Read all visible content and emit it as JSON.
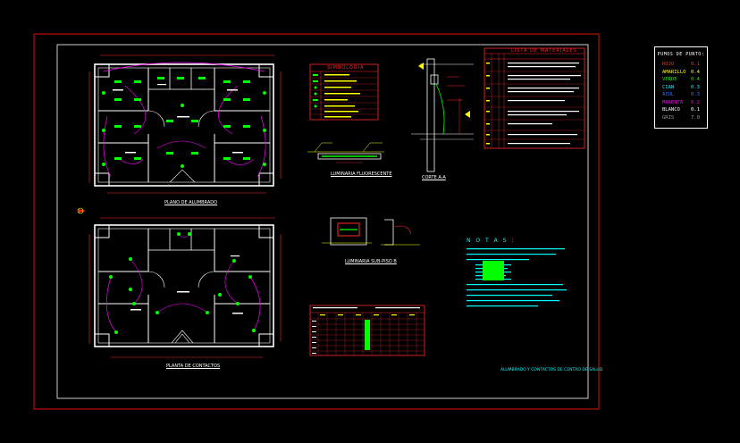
{
  "legend": {
    "title": "PUMOS DE PUNTO:",
    "rows": [
      {
        "name": "ROJO",
        "value": "0.1",
        "color": "#ff2a2a"
      },
      {
        "name": "AMARILLO",
        "value": "0.4",
        "color": "#ffff00"
      },
      {
        "name": "VERDE",
        "value": "0.4",
        "color": "#00ff00"
      },
      {
        "name": "CIAN",
        "value": "0.3",
        "color": "#00ffff"
      },
      {
        "name": "AZUL",
        "value": "0.3",
        "color": "#3a6bff"
      },
      {
        "name": "MAGENTA",
        "value": "0.2",
        "color": "#ff00ff"
      },
      {
        "name": "BLANCO",
        "value": "0.1",
        "color": "#ffffff"
      },
      {
        "name": "GRIS",
        "value": "7.0",
        "color": "#9a9a9a"
      }
    ]
  },
  "titles": {
    "plan_lighting": "PLANO DE ALUMBRADO",
    "plan_outlets": "PLANTA DE CONTACTOS",
    "symbology": "SIMBOLOGIA",
    "materials": "LISTA DE MATERIALES",
    "luminaire_fluor": "LUMINARIA FLUORESCENTE",
    "section": "CORTE A-A",
    "luminaire_wall": "LUMINARIA SUB-PISO B",
    "notes": "N O T A S :",
    "footer": "ALUMBRADO Y CONTACTOS DE CENTRO DE SALUD"
  },
  "colors": {
    "frame": "#e01010",
    "sheet": "#ffffff",
    "walls": "#ffffff",
    "circuits": "#ff00ff",
    "fixtures": "#00ff00",
    "dims": "#ff2a2a",
    "tables": "#ff2a2a",
    "text_cyan": "#00ffff",
    "text_yellow": "#ffff00"
  }
}
